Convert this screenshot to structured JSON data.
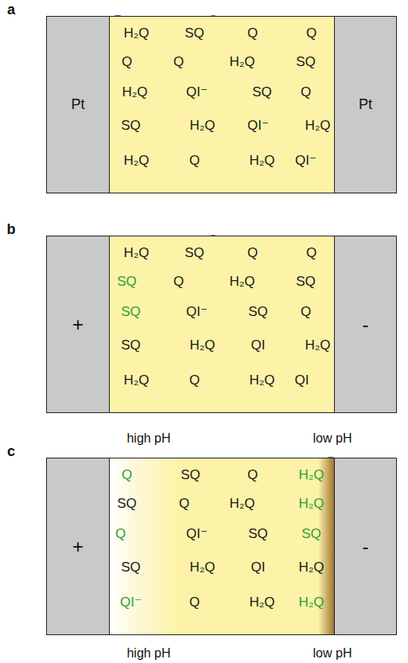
{
  "diagram": {
    "nodes": [
      {
        "text": [
          "Pt"
        ]
      },
      {
        "text": [
          "H₂Q",
          "SQ",
          "Q",
          "Q",
          "Q",
          "Q",
          "H₂Q",
          "SQ",
          "H₂Q",
          "QI⁻",
          "SQ",
          "Q",
          "SQ",
          "H₂Q",
          "QI⁻",
          "H₂Q",
          "H₂Q",
          "Q",
          "H₂Q",
          "QI⁻"
        ]
      },
      {
        "text": [
          "Pt"
        ]
      },
      {
        "text": [
          "+"
        ]
      },
      {
        "text": [
          "H₂Q",
          "SQ",
          "Q",
          "Q",
          "SQ",
          "Q",
          "H₂Q",
          "SQ",
          "SQ",
          "QI⁻",
          "SQ",
          "Q",
          "SQ",
          "H₂Q",
          "QI",
          "H₂Q",
          "H₂Q",
          "Q",
          "H₂Q",
          "QI"
        ]
      },
      {
        "text": [
          "-"
        ]
      },
      {
        "text": [
          "+"
        ]
      },
      {
        "text": [
          "Q",
          "SQ",
          "Q",
          "H₂Q",
          "SQ",
          "Q",
          "H₂Q",
          "H₂Q",
          "Q",
          "QI⁻",
          "SQ",
          "SQ",
          "SQ",
          "H₂Q",
          "QI",
          "H₂Q",
          "QI⁻",
          "Q",
          "H₂Q",
          "H₂Q"
        ]
      },
      {
        "text": [
          "-"
        ]
      }
    ],
    "labels": [
      "a",
      "b",
      "high pH",
      "low pH",
      "c",
      "high pH",
      "low pH"
    ]
  }
}
